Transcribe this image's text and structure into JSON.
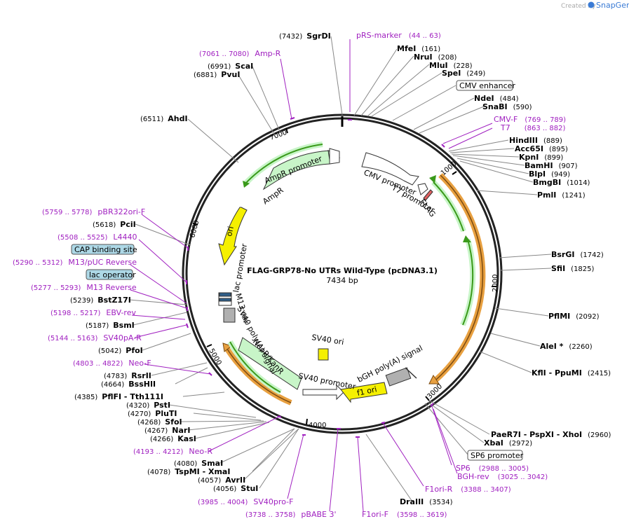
{
  "brand": {
    "created_by": "Created by",
    "product": "SnapGene"
  },
  "plasmid": {
    "title": "FLAG-GRP78-No UTRs Wild-Type (pcDNA3.1)",
    "length_label": "7434 bp",
    "length": 7434
  },
  "ticks": [
    "1000",
    "2000",
    "3000",
    "4000",
    "5000",
    "6000",
    "7000"
  ],
  "features": {
    "cmv_enhancer": "CMV enhancer",
    "cmv_promoter": "CMV promoter",
    "t7_promoter": "T7 promoter",
    "flag": "FLAG",
    "bgh_polya": "bGH poly(A) signal",
    "f1_ori": "f1 ori",
    "sv40_ori": "SV40 ori",
    "sv40_promoter": "SV40 promoter",
    "neor": "NeoR/KanR",
    "sv40_polya": "SV40 poly(A) signal",
    "m13_rev": "M13 rev",
    "lac_promoter": "lac promoter",
    "ori": "ori",
    "ampr": "AmpR",
    "ampr_promoter": "AmpR promoter",
    "cap_binding_site": "CAP binding site",
    "lac_operator": "lac operator",
    "sp6_promoter": "SP6 promoter"
  },
  "enzymes_left": [
    {
      "name": "SgrDI",
      "pos": "(7432)"
    },
    {
      "name": "ScaI",
      "pos": "(6991)"
    },
    {
      "name": "PvuI",
      "pos": "(6881)"
    },
    {
      "name": "AhdI",
      "pos": "(6511)"
    },
    {
      "name": "PciI",
      "pos": "(5618)"
    },
    {
      "name": "BstZ17I",
      "pos": "(5239)"
    },
    {
      "name": "BsmI",
      "pos": "(5187)"
    },
    {
      "name": "PfoI",
      "pos": "(5042)"
    },
    {
      "name": "RsrII",
      "pos": "(4783)"
    },
    {
      "name": "BssHII",
      "pos": "(4664)"
    },
    {
      "name": "PflFI  - Tth111I",
      "pos": "(4385)"
    },
    {
      "name": "PstI",
      "pos": "(4320)"
    },
    {
      "name": "PluTI",
      "pos": "(4270)"
    },
    {
      "name": "SfoI",
      "pos": "(4268)"
    },
    {
      "name": "NarI",
      "pos": "(4267)"
    },
    {
      "name": "KasI",
      "pos": "(4266)"
    },
    {
      "name": "SmaI",
      "pos": "(4080)"
    },
    {
      "name": "TspMI  - XmaI",
      "pos": "(4078)"
    },
    {
      "name": "AvrII",
      "pos": "(4057)"
    },
    {
      "name": "StuI",
      "pos": "(4056)"
    }
  ],
  "enzymes_right": [
    {
      "name": "MfeI",
      "pos": "(161)"
    },
    {
      "name": "NruI",
      "pos": "(208)"
    },
    {
      "name": "MluI",
      "pos": "(228)"
    },
    {
      "name": "SpeI",
      "pos": "(249)"
    },
    {
      "name": "NdeI",
      "pos": "(484)"
    },
    {
      "name": "SnaBI",
      "pos": "(590)"
    },
    {
      "name": "HindIII",
      "pos": "(889)"
    },
    {
      "name": "Acc65I",
      "pos": "(895)"
    },
    {
      "name": "KpnI",
      "pos": "(899)"
    },
    {
      "name": "BamHI",
      "pos": "(907)"
    },
    {
      "name": "BlpI",
      "pos": "(949)"
    },
    {
      "name": "BmgBI",
      "pos": "(1014)"
    },
    {
      "name": "PmlI",
      "pos": "(1241)"
    },
    {
      "name": "BsrGI",
      "pos": "(1742)"
    },
    {
      "name": "SfiI",
      "pos": "(1825)"
    },
    {
      "name": "PflMI",
      "pos": "(2092)"
    },
    {
      "name": "AleI *",
      "pos": "(2260)"
    },
    {
      "name": "KflI  - PpuMI",
      "pos": "(2415)"
    },
    {
      "name": "PaeR7I  - PspXI  - XhoI",
      "pos": "(2960)"
    },
    {
      "name": "XbaI",
      "pos": "(2972)"
    },
    {
      "name": "DraIII",
      "pos": "(3534)"
    }
  ],
  "primers": [
    {
      "name": "pRS-marker",
      "pos": "(44 .. 63)"
    },
    {
      "name": "Amp-R",
      "pos": "(7061 .. 7080)"
    },
    {
      "name": "CMV-F",
      "pos": "(769 .. 789)"
    },
    {
      "name": "T7",
      "pos": "(863 .. 882)"
    },
    {
      "name": "pBR322ori-F",
      "pos": "(5759 .. 5778)"
    },
    {
      "name": "L4440",
      "pos": "(5508 .. 5525)"
    },
    {
      "name": "M13/pUC Reverse",
      "pos": "(5290 .. 5312)"
    },
    {
      "name": "M13 Reverse",
      "pos": "(5277 .. 5293)"
    },
    {
      "name": "EBV-rev",
      "pos": "(5198 .. 5217)"
    },
    {
      "name": "SV40pA-R",
      "pos": "(5144 .. 5163)"
    },
    {
      "name": "Neo-F",
      "pos": "(4803 .. 4822)"
    },
    {
      "name": "Neo-R",
      "pos": "(4193 .. 4212)"
    },
    {
      "name": "SV40pro-F",
      "pos": "(3985 .. 4004)"
    },
    {
      "name": "pBABE 3'",
      "pos": "(3738 .. 3758)"
    },
    {
      "name": "F1ori-F",
      "pos": "(3598 .. 3619)"
    },
    {
      "name": "F1ori-R",
      "pos": "(3388 .. 3407)"
    },
    {
      "name": "SP6",
      "pos": "(2988 .. 3005)"
    },
    {
      "name": "BGH-rev",
      "pos": "(3025 .. 3042)"
    }
  ],
  "colors": {
    "backbone": "#222222",
    "cds_orange": "#e8a040",
    "cds_green": "#3a9a1a",
    "promoter_fill": "#ffffff",
    "ampr_fill": "#c8f5c8",
    "ori_yellow": "#f5f000",
    "polya_gray": "#b0b0b0",
    "flag_red": "#e06060",
    "primer_purple": "#a020c0",
    "box_blue": "#add8e6"
  }
}
